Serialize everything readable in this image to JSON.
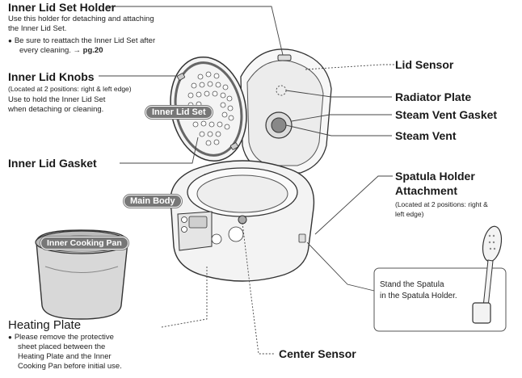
{
  "inner_lid_set_holder": {
    "title": "Inner Lid Set Holder",
    "line1": "Use this holder for detaching and attaching",
    "line2": "the Inner Lid Set.",
    "bullet1": "Be sure to reattach the Inner Lid Set after",
    "bullet2": "every cleaning.",
    "page_ref": "→ pg.20"
  },
  "inner_lid_knobs": {
    "title": "Inner Lid Knobs",
    "note": "(Located at 2 positions: right & left edge)",
    "line1": "Use to hold the Inner Lid Set",
    "line2": "when detaching or cleaning."
  },
  "inner_lid_gasket": {
    "title": "Inner Lid Gasket"
  },
  "inner_lid_set_tag": "Inner Lid Set",
  "main_body_tag": "Main Body",
  "inner_cooking_pan_tag": "Inner Cooking Pan",
  "heating_plate": {
    "title": "Heating Plate",
    "bullet1": "Please remove the protective",
    "line2": "sheet placed between the",
    "line3": "Heating Plate and the Inner",
    "line4": "Cooking Pan before initial use."
  },
  "center_sensor": "Center Sensor",
  "lid_sensor": "Lid Sensor",
  "radiator_plate": "Radiator Plate",
  "steam_vent_gasket": "Steam Vent Gasket",
  "steam_vent": "Steam Vent",
  "spatula_holder_attachment": {
    "title1": "Spatula Holder",
    "title2": "Attachment",
    "note1": "(Located at 2 positions: right &",
    "note2": "left edge)"
  },
  "spatula_instruction": {
    "line1": "Stand the Spatula",
    "line2": "in the Spatula Holder."
  },
  "colors": {
    "callout_line": "#444444",
    "tag_fill": "#777777",
    "outline": "#333333"
  }
}
